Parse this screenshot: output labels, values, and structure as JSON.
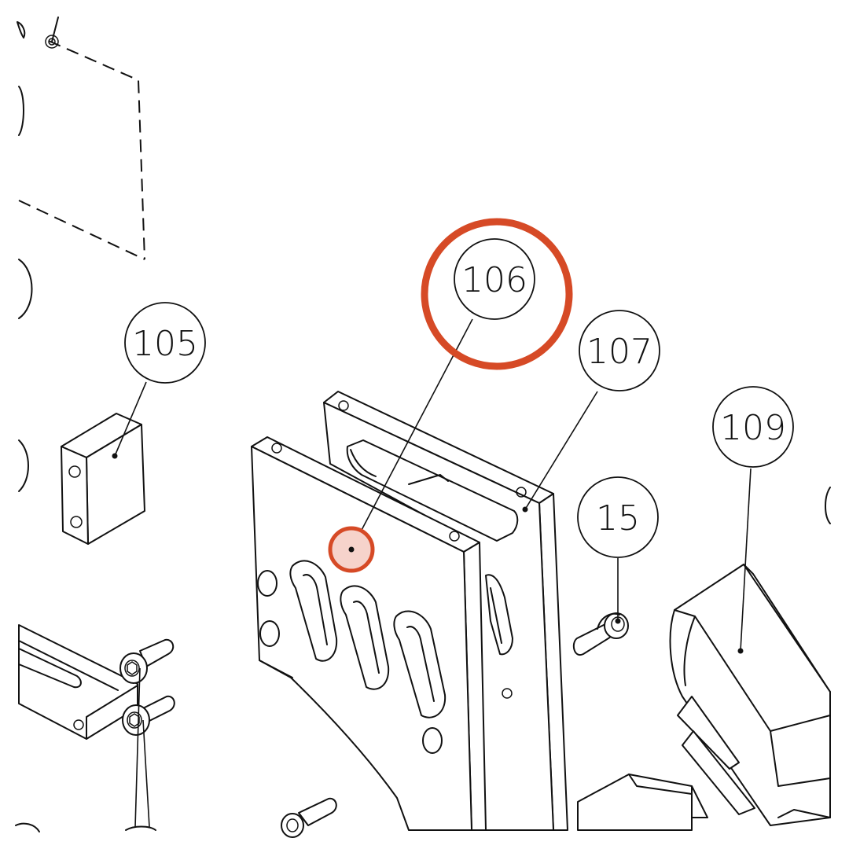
{
  "diagram": {
    "callouts": [
      {
        "id": "105",
        "label": "105"
      },
      {
        "id": "106",
        "label": "106"
      },
      {
        "id": "107",
        "label": "107"
      },
      {
        "id": "109",
        "label": "109"
      },
      {
        "id": "15",
        "label": "15"
      }
    ],
    "highlight": {
      "target_callout": "106",
      "ring_color": "#d64a26",
      "dot_fill": "#f6d3cb",
      "dot_stroke": "#d64a26"
    }
  }
}
